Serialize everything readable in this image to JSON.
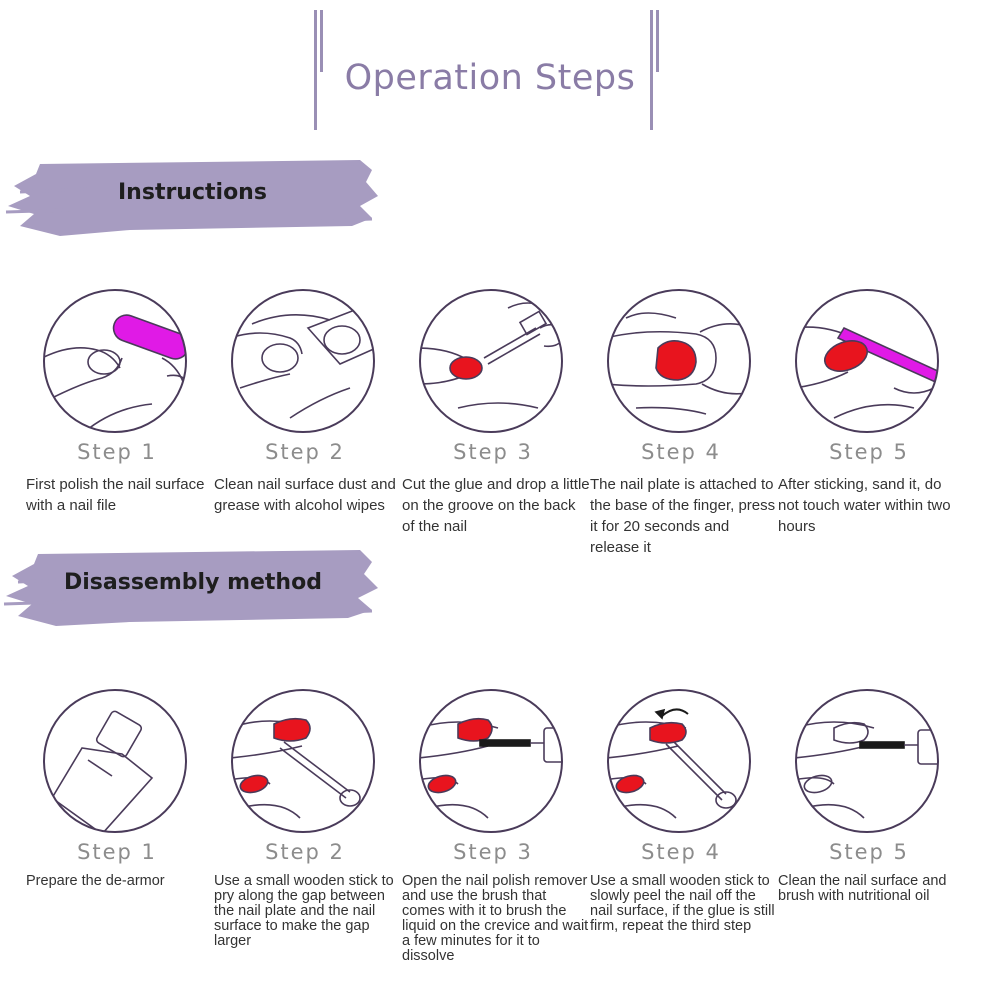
{
  "title": "Operation Steps",
  "colors": {
    "accent": "#8a7ca6",
    "brush": "#a79cc1",
    "nail_red": "#e8141e",
    "nail_magenta": "#e01ae6"
  },
  "sections": {
    "instructions": {
      "label": "Instructions",
      "steps": [
        {
          "num": "Step 1",
          "desc": "First polish the nail surface with a nail file"
        },
        {
          "num": "Step 2",
          "desc": "Clean nail surface dust and grease with alcohol wipes"
        },
        {
          "num": "Step 3",
          "desc": "Cut the glue and drop a little on the groove on the back of the nail"
        },
        {
          "num": "Step 4",
          "desc": "The nail plate is attached to the base of the finger, press it for 20 seconds and release it"
        },
        {
          "num": "Step 5",
          "desc": "After sticking, sand it, do not touch water within two hours"
        }
      ]
    },
    "disassembly": {
      "label": "Disassembly method",
      "steps": [
        {
          "num": "Step 1",
          "desc": "Prepare the de-armor"
        },
        {
          "num": "Step 2",
          "desc": "Use a small wooden stick to pry along the gap between the nail plate and the nail surface to make the gap larger"
        },
        {
          "num": "Step 3",
          "desc": "Open the nail polish remover and use the brush that comes with it to brush the liquid on the crevice and wait a few minutes for it to dissolve"
        },
        {
          "num": "Step 4",
          "desc": "Use a small wooden stick to slowly peel the nail off the nail surface, if the glue is still firm, repeat the third step"
        },
        {
          "num": "Step 5",
          "desc": "Clean the nail surface and brush with nutritional oil"
        }
      ]
    }
  }
}
